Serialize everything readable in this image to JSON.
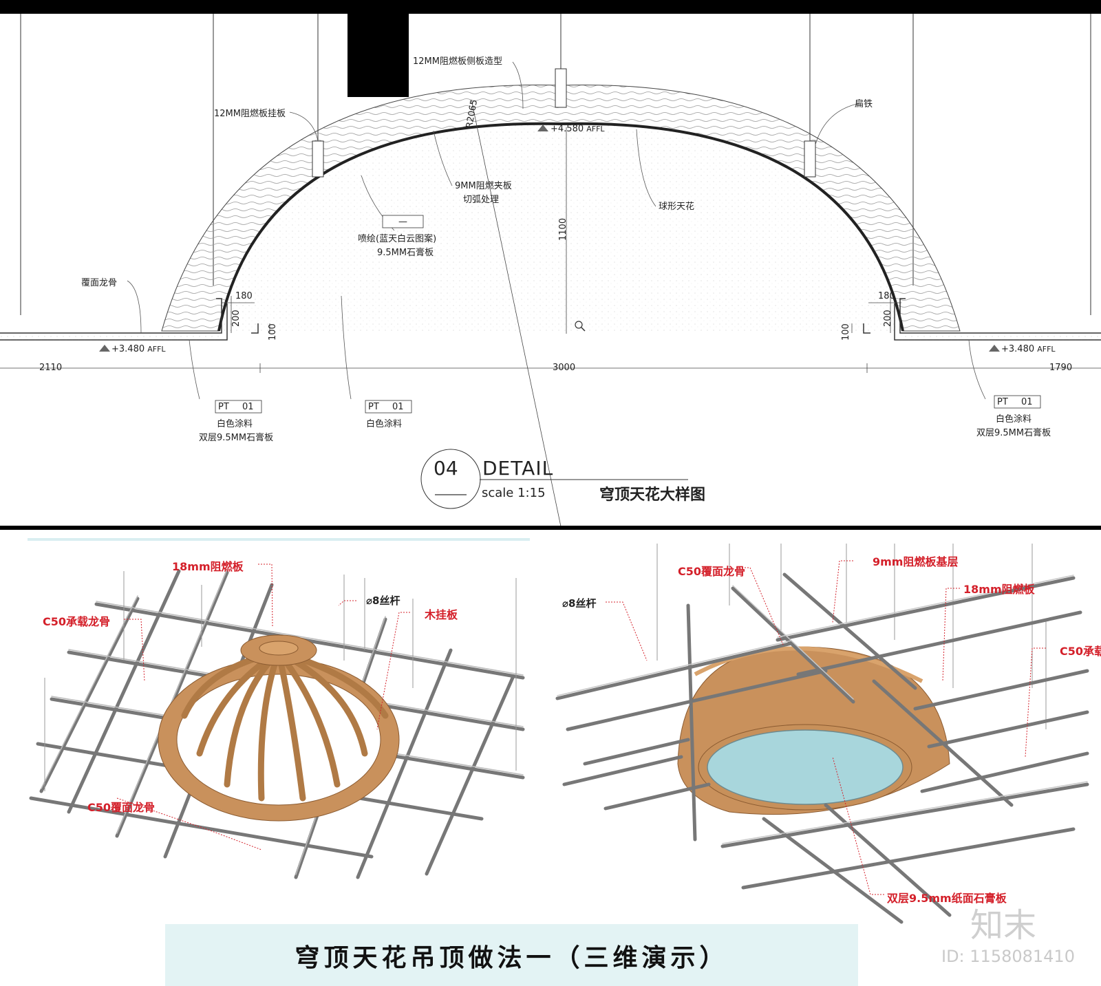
{
  "detail": {
    "note_side_panel": "12MM阻燃板侧板造型",
    "note_hanging_panel": "12MM阻燃板挂板",
    "note_flat_iron": "扁铁",
    "note_radius": "R2065",
    "note_level_top": "+4.580",
    "affl": "AFFL",
    "note_plywood_line1": "9MM阻燃夹板",
    "note_plywood_line2": "切弧处理",
    "note_spherical": "球形天花",
    "note_paint_line1": "喷绘(蓝天白云图案)",
    "note_paint_line2": "9.5MM石膏板",
    "note_cover_keel": "覆面龙骨",
    "note_level_side": "+3.480",
    "dim_height": "1100",
    "dim_180": "180",
    "dim_200": "200",
    "dim_100": "100",
    "dim_left": "2110",
    "dim_center": "3000",
    "dim_right": "1790",
    "tag_pt": "PT",
    "tag_num": "01",
    "note_white_paint": "白色涂料",
    "note_double_board": "双层9.5MM石膏板",
    "title_number": "04",
    "title_word": "DETAIL",
    "title_scale": "scale  1:15",
    "title_cn": "穹顶天花大样图"
  },
  "model_left": {
    "label_18mm": "18mm阻燃板",
    "label_c50_bearing": "C50承载龙骨",
    "label_rod": "⌀8丝杆",
    "label_wood": "木挂板",
    "label_c50_cover": "C50覆面龙骨"
  },
  "model_right": {
    "label_c50_cover": "C50覆面龙骨",
    "label_9mm": "9mm阻燃板基层",
    "label_rod": "⌀8丝杆",
    "label_18mm": "18mm阻燃板",
    "label_c50_bearing": "C50承载",
    "label_gypsum": "双层9.5mm纸面石膏板"
  },
  "caption": "穹顶天花吊顶做法一（三维演示）",
  "brand_watermark": "知末",
  "id_text": "ID: 1158081410",
  "colors": {
    "red_label": "#d4202a",
    "wood": "#c9915c",
    "sky_blue": "#a8d6dc",
    "caption_bg": "#e3f3f4"
  }
}
